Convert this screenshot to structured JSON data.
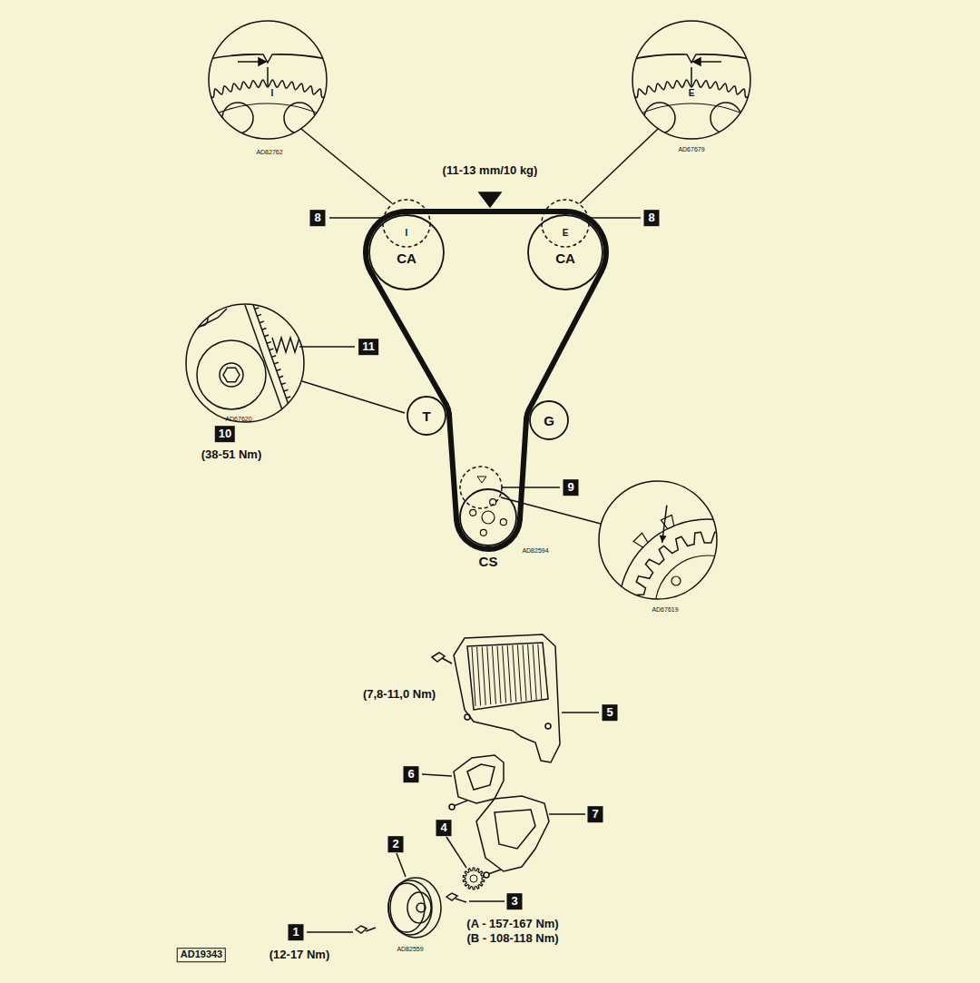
{
  "diagram": {
    "nodes": [
      {
        "text": [
          "CA"
        ]
      },
      {
        "text": [
          "CA"
        ]
      },
      {
        "text": [
          "T"
        ]
      },
      {
        "text": [
          "G"
        ]
      },
      {
        "text": [
          "CS"
        ]
      }
    ],
    "edges": [
      {
        "from": 0,
        "to": 1,
        "arrow": "none"
      },
      {
        "from": 1,
        "to": 3,
        "arrow": "none"
      },
      {
        "from": 3,
        "to": 4,
        "arrow": "none"
      },
      {
        "from": 4,
        "to": 2,
        "arrow": "none"
      },
      {
        "from": 2,
        "to": 0,
        "arrow": "none"
      }
    ],
    "labels": [
      "I",
      "AD82762",
      "E",
      "AD67679",
      "(11-13 mm/10 kg)",
      "8",
      "I",
      "E",
      "8",
      "11",
      "AD67620",
      "10",
      "(38-51 Nm)",
      "9",
      "AD82594",
      "AD67619",
      "5",
      "(7,8-11,0 Nm)",
      "6",
      "7",
      "4",
      "2",
      "3",
      "(A - 157-167 Nm)",
      "(B - 108-118 Nm)",
      "AD19343",
      "1",
      "(12-17 Nm)",
      "AD82559"
    ]
  }
}
